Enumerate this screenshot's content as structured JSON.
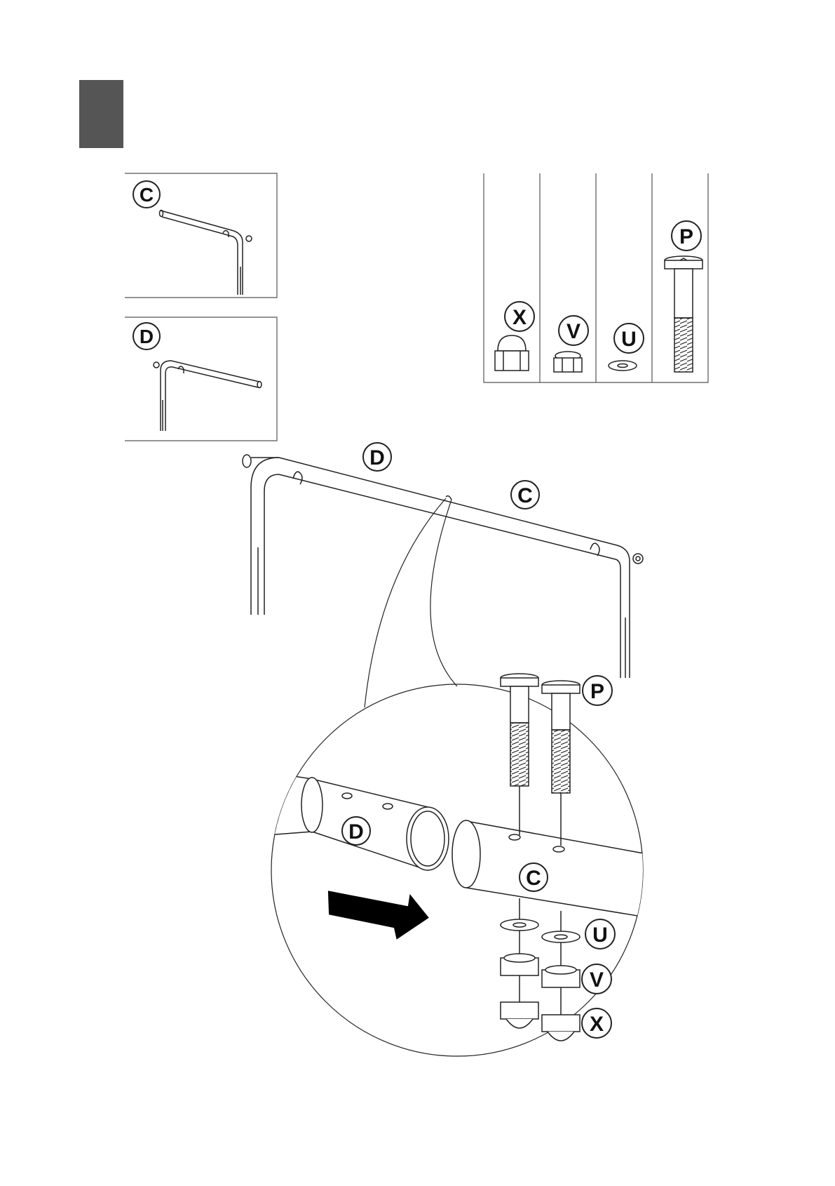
{
  "step_marker": {
    "color": "#555555"
  },
  "labels": {
    "c_panel": "C",
    "d_panel": "D",
    "hw_x": "X",
    "hw_v": "V",
    "hw_u": "U",
    "hw_p": "P",
    "main_d": "D",
    "main_c": "C",
    "detail_p": "P",
    "detail_d": "D",
    "detail_c": "C",
    "detail_u": "U",
    "detail_v": "V",
    "detail_x": "X"
  },
  "colors": {
    "line": "#222222",
    "arrow": "#000000"
  }
}
